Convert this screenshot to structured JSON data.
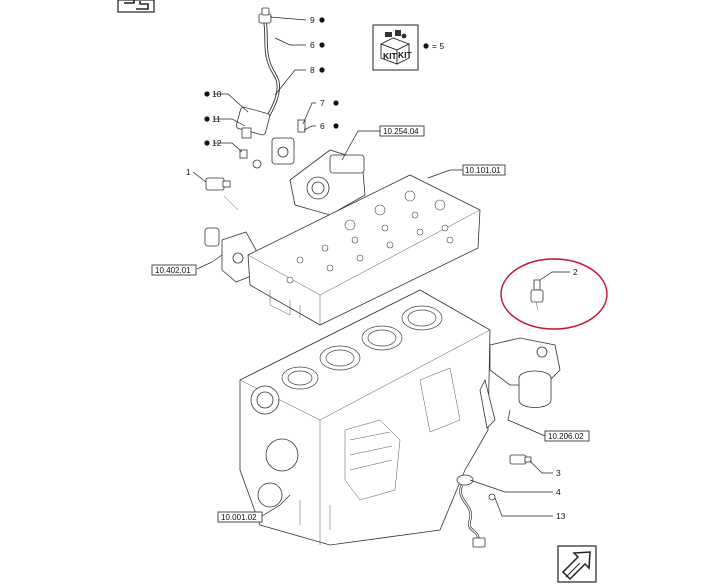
{
  "kit": {
    "text_top": "KIT",
    "text_bottom": "KIT",
    "legend": "= 5"
  },
  "callouts": [
    {
      "id": "c9",
      "label": "9",
      "dot": true
    },
    {
      "id": "c6a",
      "label": "6",
      "dot": true
    },
    {
      "id": "c8",
      "label": "8",
      "dot": true
    },
    {
      "id": "c10",
      "label": "10",
      "dot": true
    },
    {
      "id": "c11",
      "label": "11",
      "dot": true
    },
    {
      "id": "c12",
      "label": "12",
      "dot": true
    },
    {
      "id": "c7",
      "label": "7",
      "dot": true
    },
    {
      "id": "c6b",
      "label": "6",
      "dot": true
    },
    {
      "id": "c1",
      "label": "1",
      "dot": false
    },
    {
      "id": "c2",
      "label": "2",
      "dot": false
    },
    {
      "id": "c3",
      "label": "3",
      "dot": false
    },
    {
      "id": "c4",
      "label": "4",
      "dot": false
    },
    {
      "id": "c13",
      "label": "13",
      "dot": false
    }
  ],
  "references": [
    {
      "id": "r1",
      "label": "10.254.04"
    },
    {
      "id": "r2",
      "label": "10.101.01"
    },
    {
      "id": "r3",
      "label": "10.402.01"
    },
    {
      "id": "r4",
      "label": "10.206.02"
    },
    {
      "id": "r5",
      "label": "10.001.02"
    }
  ],
  "highlight": {
    "color": "#c8102e",
    "target_label": "2"
  }
}
